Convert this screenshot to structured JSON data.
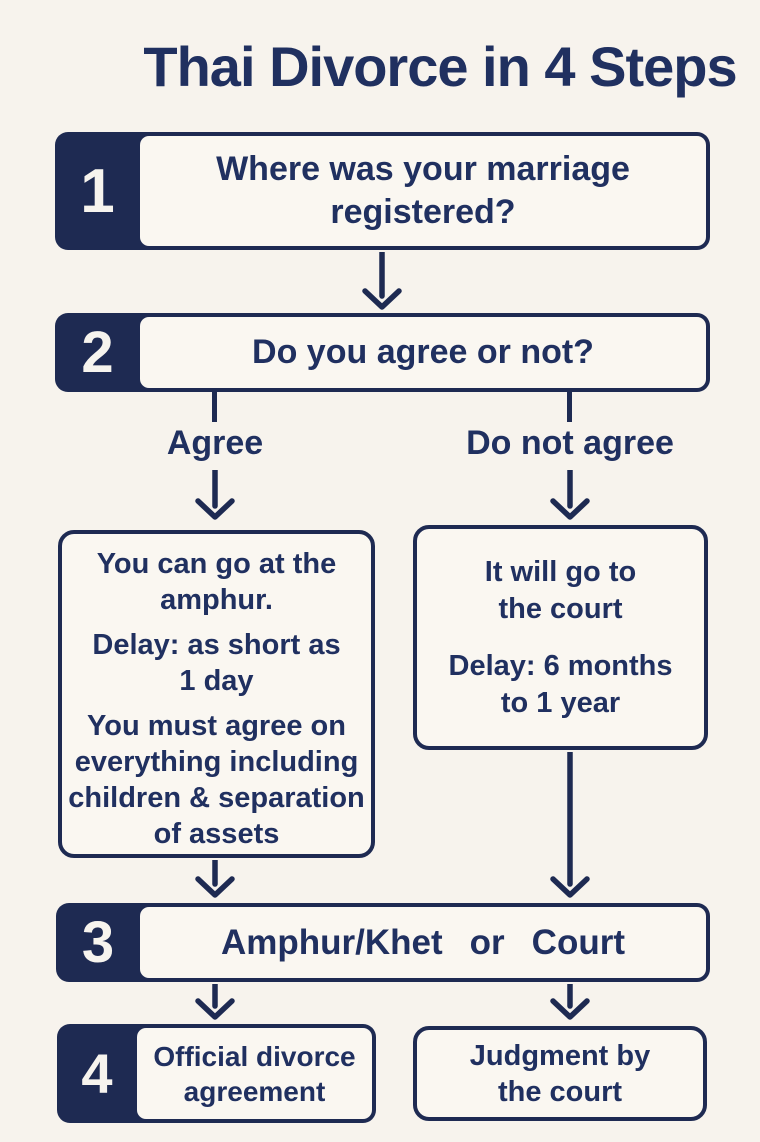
{
  "colors": {
    "background": "#f7f3ed",
    "navy": "#1e2a52",
    "text": "#203060",
    "box_fill": "#faf7f1",
    "number_color": "#f7f4ee"
  },
  "title": "Thai Divorce in 4 Steps",
  "step1": {
    "number": "1",
    "question": "Where was your marriage\nregistered?"
  },
  "step2": {
    "number": "2",
    "question": "Do you agree or not?"
  },
  "branches": {
    "agree": {
      "label": "Agree",
      "box": {
        "line1": "You can go at the\namphur.",
        "line2": "Delay: as short as\n1 day",
        "line3": "You must agree on\neverything including\nchildren & separation\nof assets"
      }
    },
    "disagree": {
      "label": "Do not agree",
      "box": {
        "line1": "It will go to\nthe court",
        "line2": "Delay: 6 months\nto 1 year"
      }
    }
  },
  "step3": {
    "number": "3",
    "option_left": "Amphur/Khet",
    "connector": "or",
    "option_right": "Court"
  },
  "step4": {
    "number": "4",
    "left_box": "Official divorce\nagreement",
    "right_box": "Judgment by\nthe court"
  }
}
